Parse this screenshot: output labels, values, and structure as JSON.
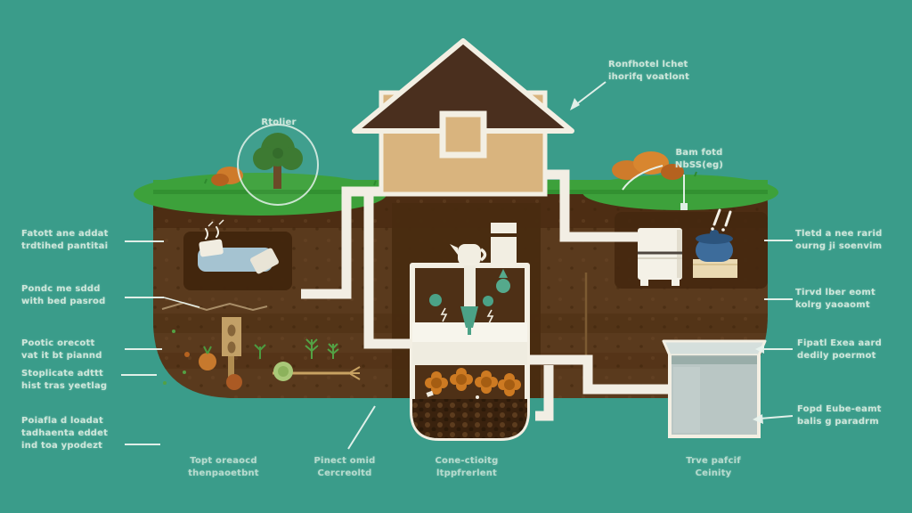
{
  "palette": {
    "background": "#3a9c8a",
    "soil": "#5a3a1d",
    "soil_dark": "#4a2b11",
    "grass": "#3da13b",
    "house_wall": "#d9b47e",
    "roof": "#4a2f1e",
    "pipe_white": "#f2eee4",
    "label_text": "#d5ebdf",
    "tub_blue": "#a5c3d1",
    "pot_blue": "#3d6c9b",
    "tank_gray": "#b9c6c4",
    "compost_teal": "#4ba287",
    "flower_orange": "#cd7a22",
    "shrub_orange": "#ce7b2b"
  },
  "figures": [
    "house-with-pitched-roof",
    "tree-in-circle",
    "orange-shrubs",
    "underground-bathtub",
    "washing-machine",
    "cooking-pot-on-crate",
    "compost-digester-tank",
    "gray-collection-tank",
    "buried-vegetables-and-plants",
    "white-pipes"
  ],
  "labels": [
    {
      "id": "roof-note",
      "text": "Ronfhotel lchet\nihorifq voatlont"
    },
    {
      "id": "grass-note",
      "text": "Bam fotd\nNbSS(eg)"
    },
    {
      "id": "left-1",
      "text": "Fatott ane addat\ntrdtihed pantitai"
    },
    {
      "id": "left-2",
      "text": "Pondc me sddd\nwith bed pasrod"
    },
    {
      "id": "left-3",
      "text": "Pootic orecott\nvat it bt piannd"
    },
    {
      "id": "left-4",
      "text": "Stoplicate adttt\nhist tras yeetlag"
    },
    {
      "id": "left-5",
      "text": "Poiafla d loadat\ntadhaenta eddet\nind toa ypodezt"
    },
    {
      "id": "right-1",
      "text": "Tletd a nee rarid\nourng ji soenvim"
    },
    {
      "id": "right-2",
      "text": "Tirvd lber eomt\nkolrg yaoaomt"
    },
    {
      "id": "right-3",
      "text": "Fipatl Exea aard\ndedily poermot"
    },
    {
      "id": "right-4",
      "text": "Fopd Eube-eamt\nbalis g paradrm"
    },
    {
      "id": "bottom-1",
      "text": "Topt oreaocd\nthenpaoetbnt"
    },
    {
      "id": "bottom-2",
      "text": "Pinect omid\nCercreoltd"
    },
    {
      "id": "bottom-3",
      "text": "Cone-ctioitg\nltppfrerlent"
    },
    {
      "id": "bottom-4",
      "text": "Trve pafcif\nCeinity"
    },
    {
      "id": "tree-note",
      "text": "Rtolier"
    }
  ]
}
